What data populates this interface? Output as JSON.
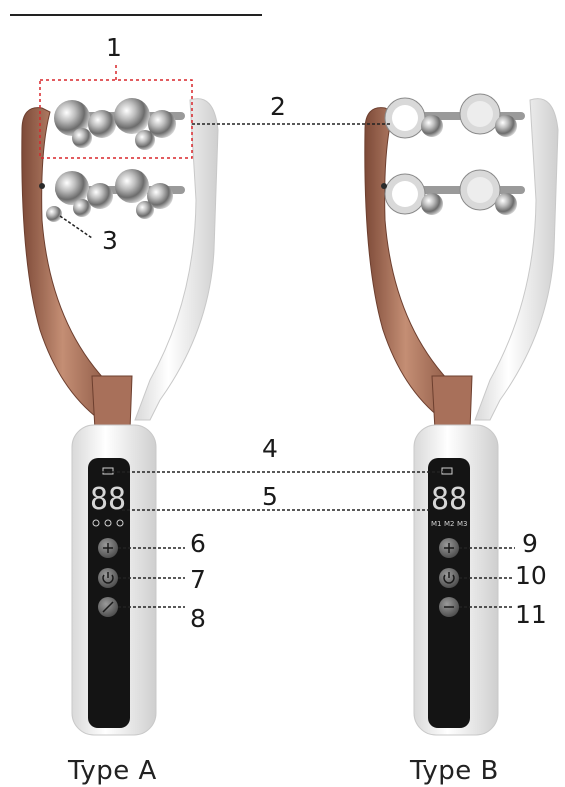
{
  "callouts": {
    "c1": "1",
    "c2": "2",
    "c3": "3",
    "c4": "4",
    "c5": "5",
    "c6": "6",
    "c7": "7",
    "c8": "8",
    "c9": "9",
    "c10": "10",
    "c11": "11"
  },
  "captions": {
    "type_a": "Type A",
    "type_b": "Type B"
  },
  "display": {
    "digits_a": "88",
    "digits_b": "88",
    "modes_b": [
      "M1",
      "M2",
      "M3"
    ]
  },
  "colors": {
    "rose_gold": "#b27a62",
    "body_white": "#f2f2f2",
    "panel": "#151515",
    "chrome": "#c9c9c9",
    "leader_red": "#d9262b"
  },
  "icons": {
    "type_a_buttons": [
      "plus-icon",
      "power-icon",
      "slash-icon"
    ],
    "type_b_buttons": [
      "plus-icon",
      "power-icon",
      "minus-icon"
    ]
  }
}
